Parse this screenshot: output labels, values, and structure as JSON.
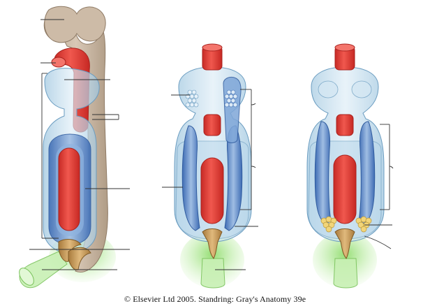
{
  "copyright": "© Elsevier Ltd 2005. Standring: Gray's Anatomy 39e",
  "colors": {
    "brain_tan": "#c9b7a4",
    "artery_red": "#e0413a",
    "cavity_blue": "#a9cfe6",
    "mesoderm_blue": "#5b86c4",
    "endoderm_green": "#9fe07c",
    "stalk_brown": "#c99a5a",
    "nodule_yellow": "#f2d579",
    "leader_line": "#333333"
  },
  "panels": [
    {
      "name": "lateral-view"
    },
    {
      "name": "ventral-view-early"
    },
    {
      "name": "ventral-view-late"
    }
  ]
}
